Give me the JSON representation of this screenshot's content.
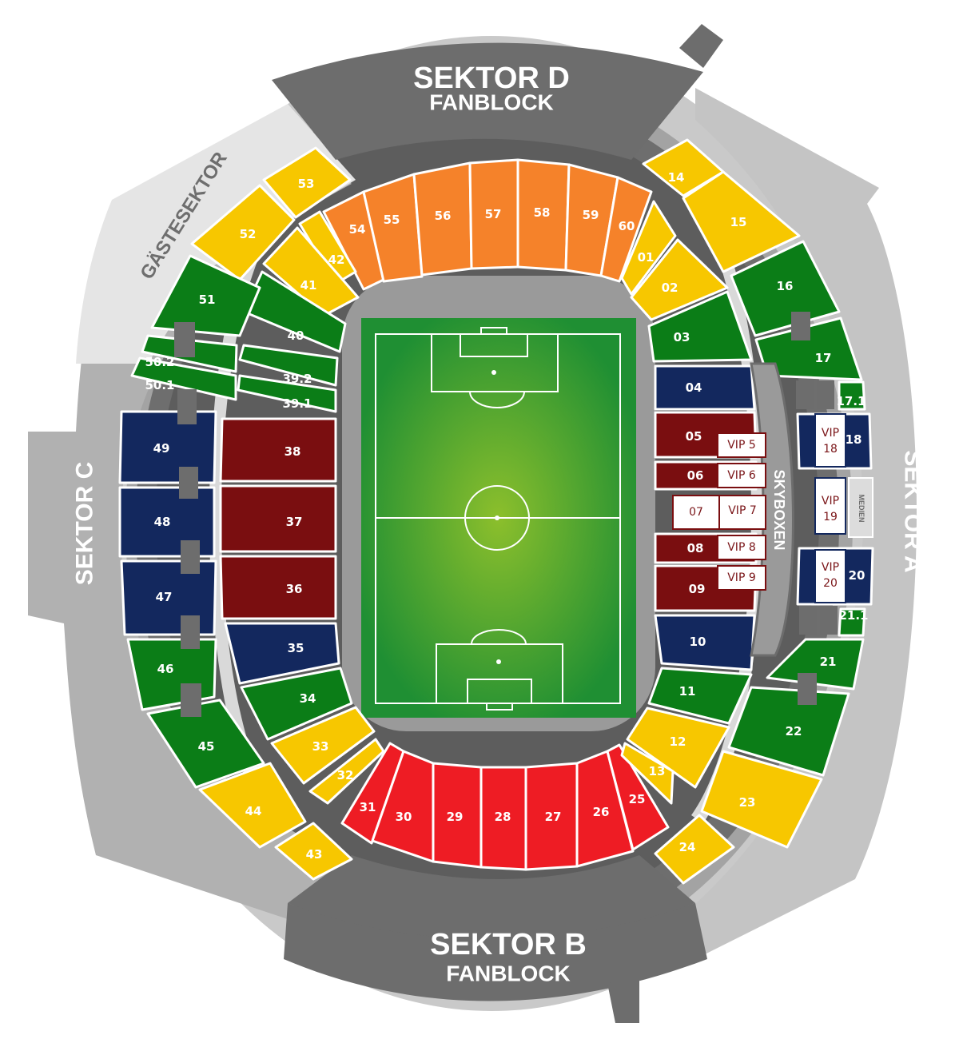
{
  "colors": {
    "orange": "#f5822a",
    "red": "#ee1c24",
    "yellow": "#f7c700",
    "green": "#0b7d17",
    "navy": "#13285e",
    "maroon": "#7a0e10",
    "dark_gray": "#6d6d6d",
    "mid_gray": "#9a9a9a",
    "light_gray": "#c4c4c4",
    "guest_gray": "#e4e4e4",
    "pitch": "#2f9a35",
    "white": "#ffffff"
  },
  "sectors": {
    "d_name": "SEKTOR D",
    "d_sub": "FANBLOCK",
    "b_name": "SEKTOR B",
    "b_sub": "FANBLOCK",
    "a_name": "SEKTOR A",
    "c_name": "SEKTOR C",
    "guest": "GÄSTESEKTOR",
    "skyboxes": "SKYBOXEN",
    "media": "MEDIEN"
  },
  "blocks": {
    "b01": "01",
    "b02": "02",
    "b03": "03",
    "b04": "04",
    "b05": "05",
    "b06": "06",
    "b07": "07",
    "b08": "08",
    "b09": "09",
    "b10": "10",
    "b11": "11",
    "b12": "12",
    "b13": "13",
    "b14": "14",
    "b15": "15",
    "b16": "16",
    "b17": "17",
    "b17_1": "17.1",
    "b18": "18",
    "b20": "20",
    "b21": "21",
    "b21_1": "21.1",
    "b22": "22",
    "b23": "23",
    "b24": "24",
    "b25": "25",
    "b26": "26",
    "b27": "27",
    "b28": "28",
    "b29": "29",
    "b30": "30",
    "b31": "31",
    "b32": "32",
    "b33": "33",
    "b34": "34",
    "b35": "35",
    "b36": "36",
    "b37": "37",
    "b38": "38",
    "b39_1": "39.1",
    "b39_2": "39.2",
    "b40": "40",
    "b41": "41",
    "b42": "42",
    "b43": "43",
    "b44": "44",
    "b45": "45",
    "b46": "46",
    "b47": "47",
    "b48": "48",
    "b49": "49",
    "b50_1": "50.1",
    "b50_2": "50.2",
    "b51": "51",
    "b52": "52",
    "b53": "53",
    "b54": "54",
    "b55": "55",
    "b56": "56",
    "b57": "57",
    "b58": "58",
    "b59": "59",
    "b60": "60"
  },
  "vip": {
    "v5": "VIP 5",
    "v6": "VIP 6",
    "v7": "VIP 7",
    "v8": "VIP 8",
    "v9": "VIP 9",
    "v18_a": "VIP",
    "v18_b": "18",
    "v19_a": "VIP",
    "v19_b": "19",
    "v20_a": "VIP",
    "v20_b": "20"
  }
}
